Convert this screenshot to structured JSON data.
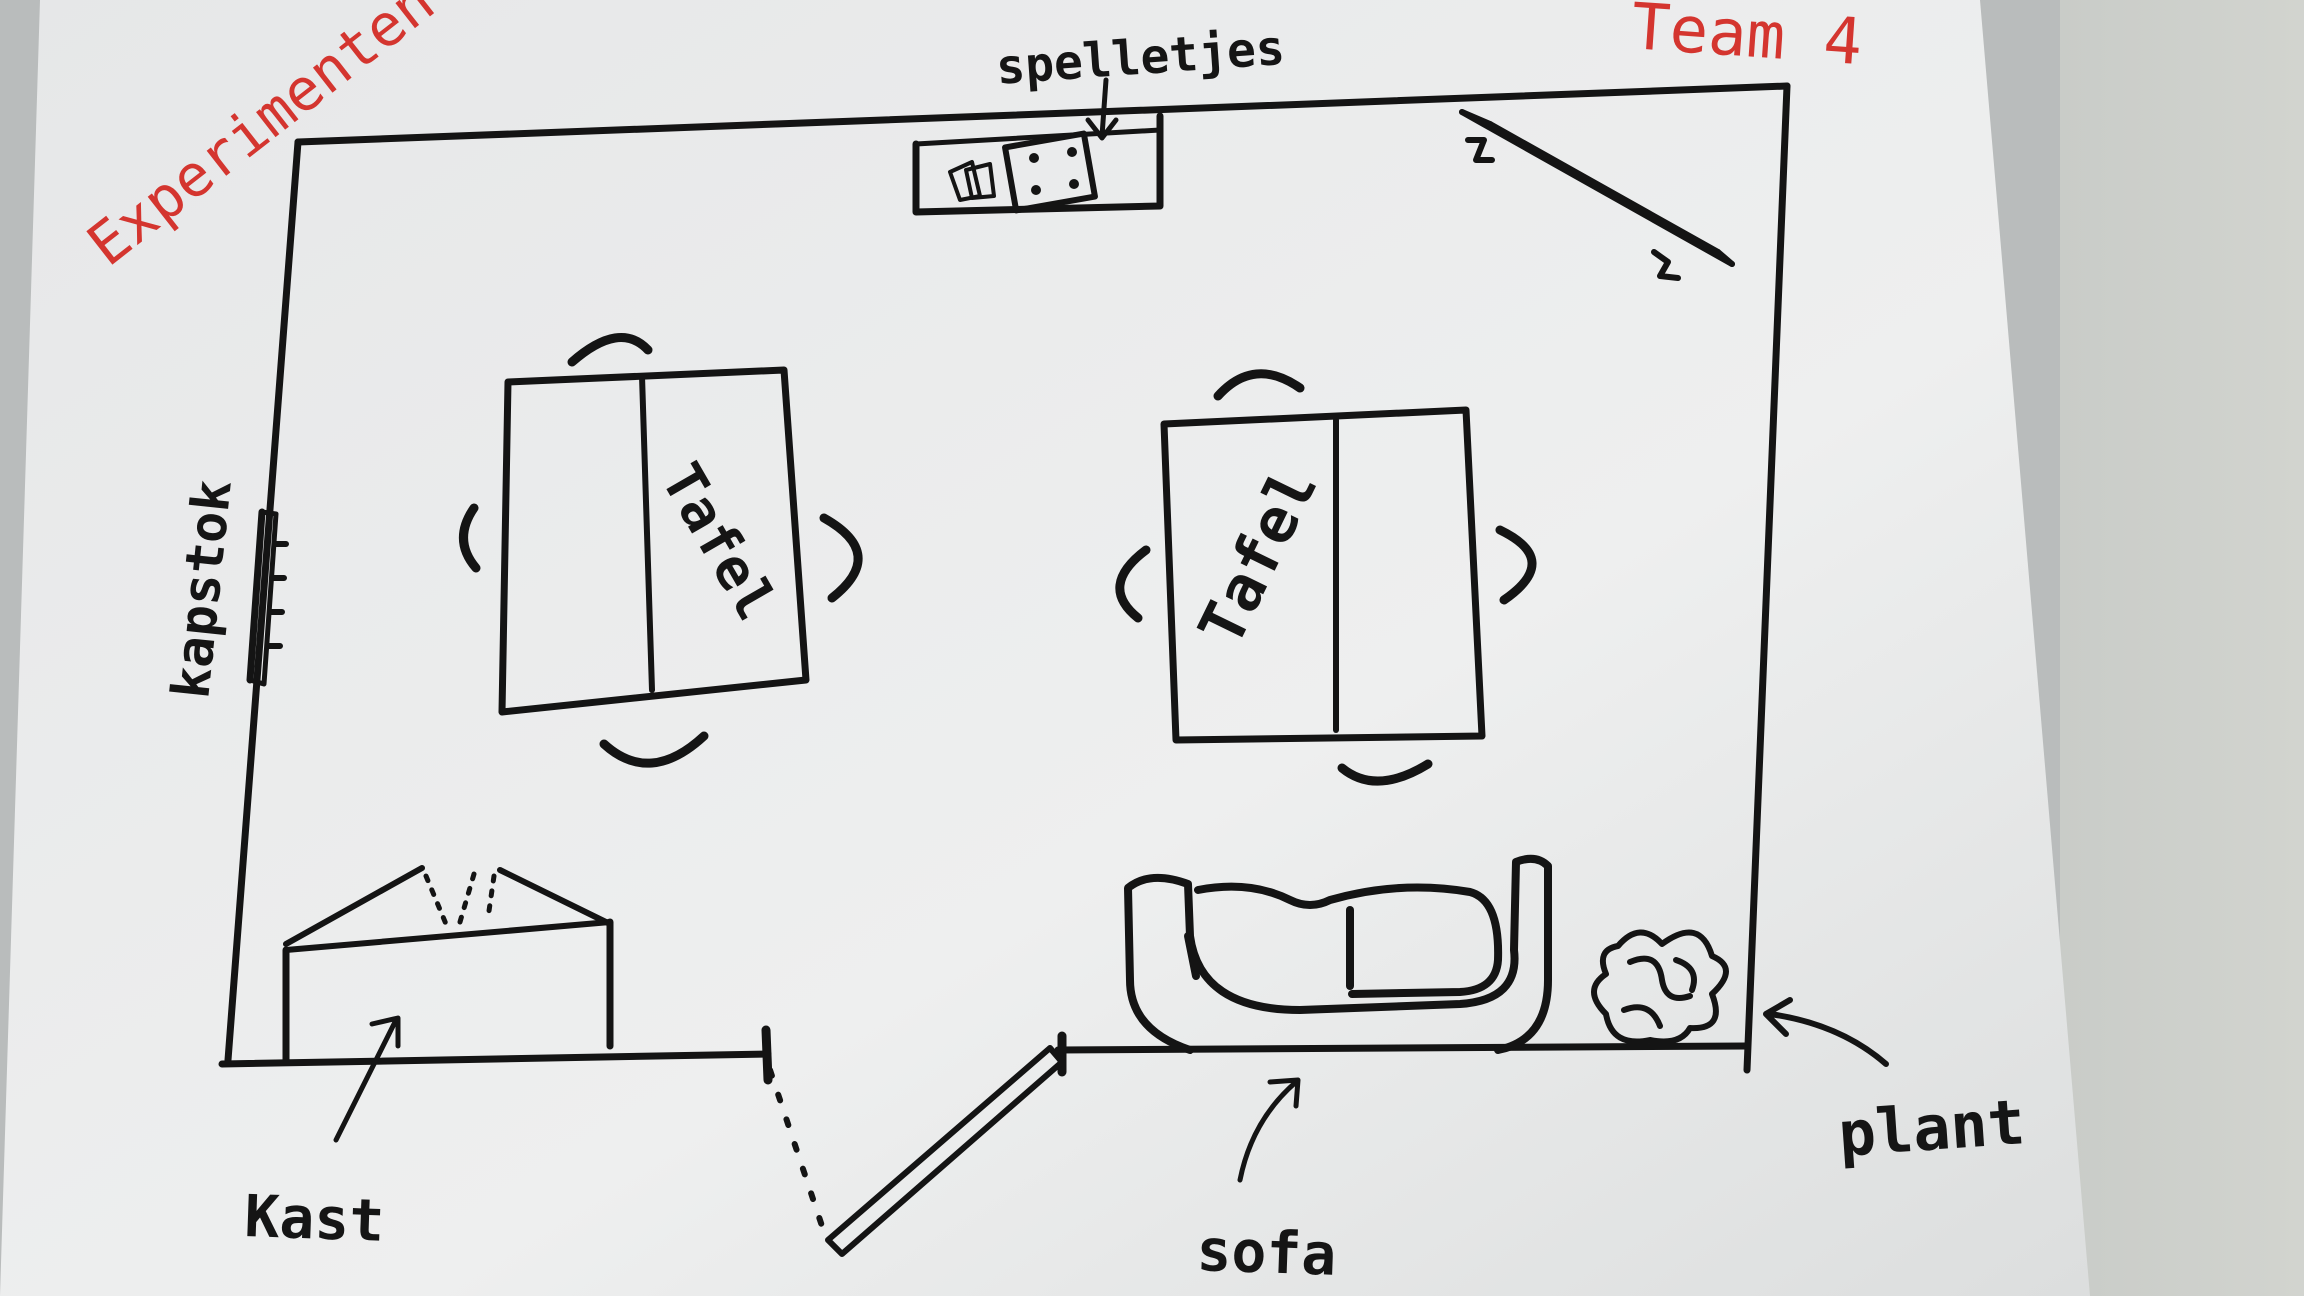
{
  "labels": {
    "title": "Experimenten dojo",
    "team": "Team 4",
    "games": "spelletjes",
    "coat_rack": "kapstok",
    "table": "Tafel",
    "cabinet": "Kast",
    "sofa": "sofa",
    "plant": "plant"
  },
  "colors": {
    "paper": "#e9eaea",
    "ink": "#141414",
    "red": "#d4352f"
  }
}
